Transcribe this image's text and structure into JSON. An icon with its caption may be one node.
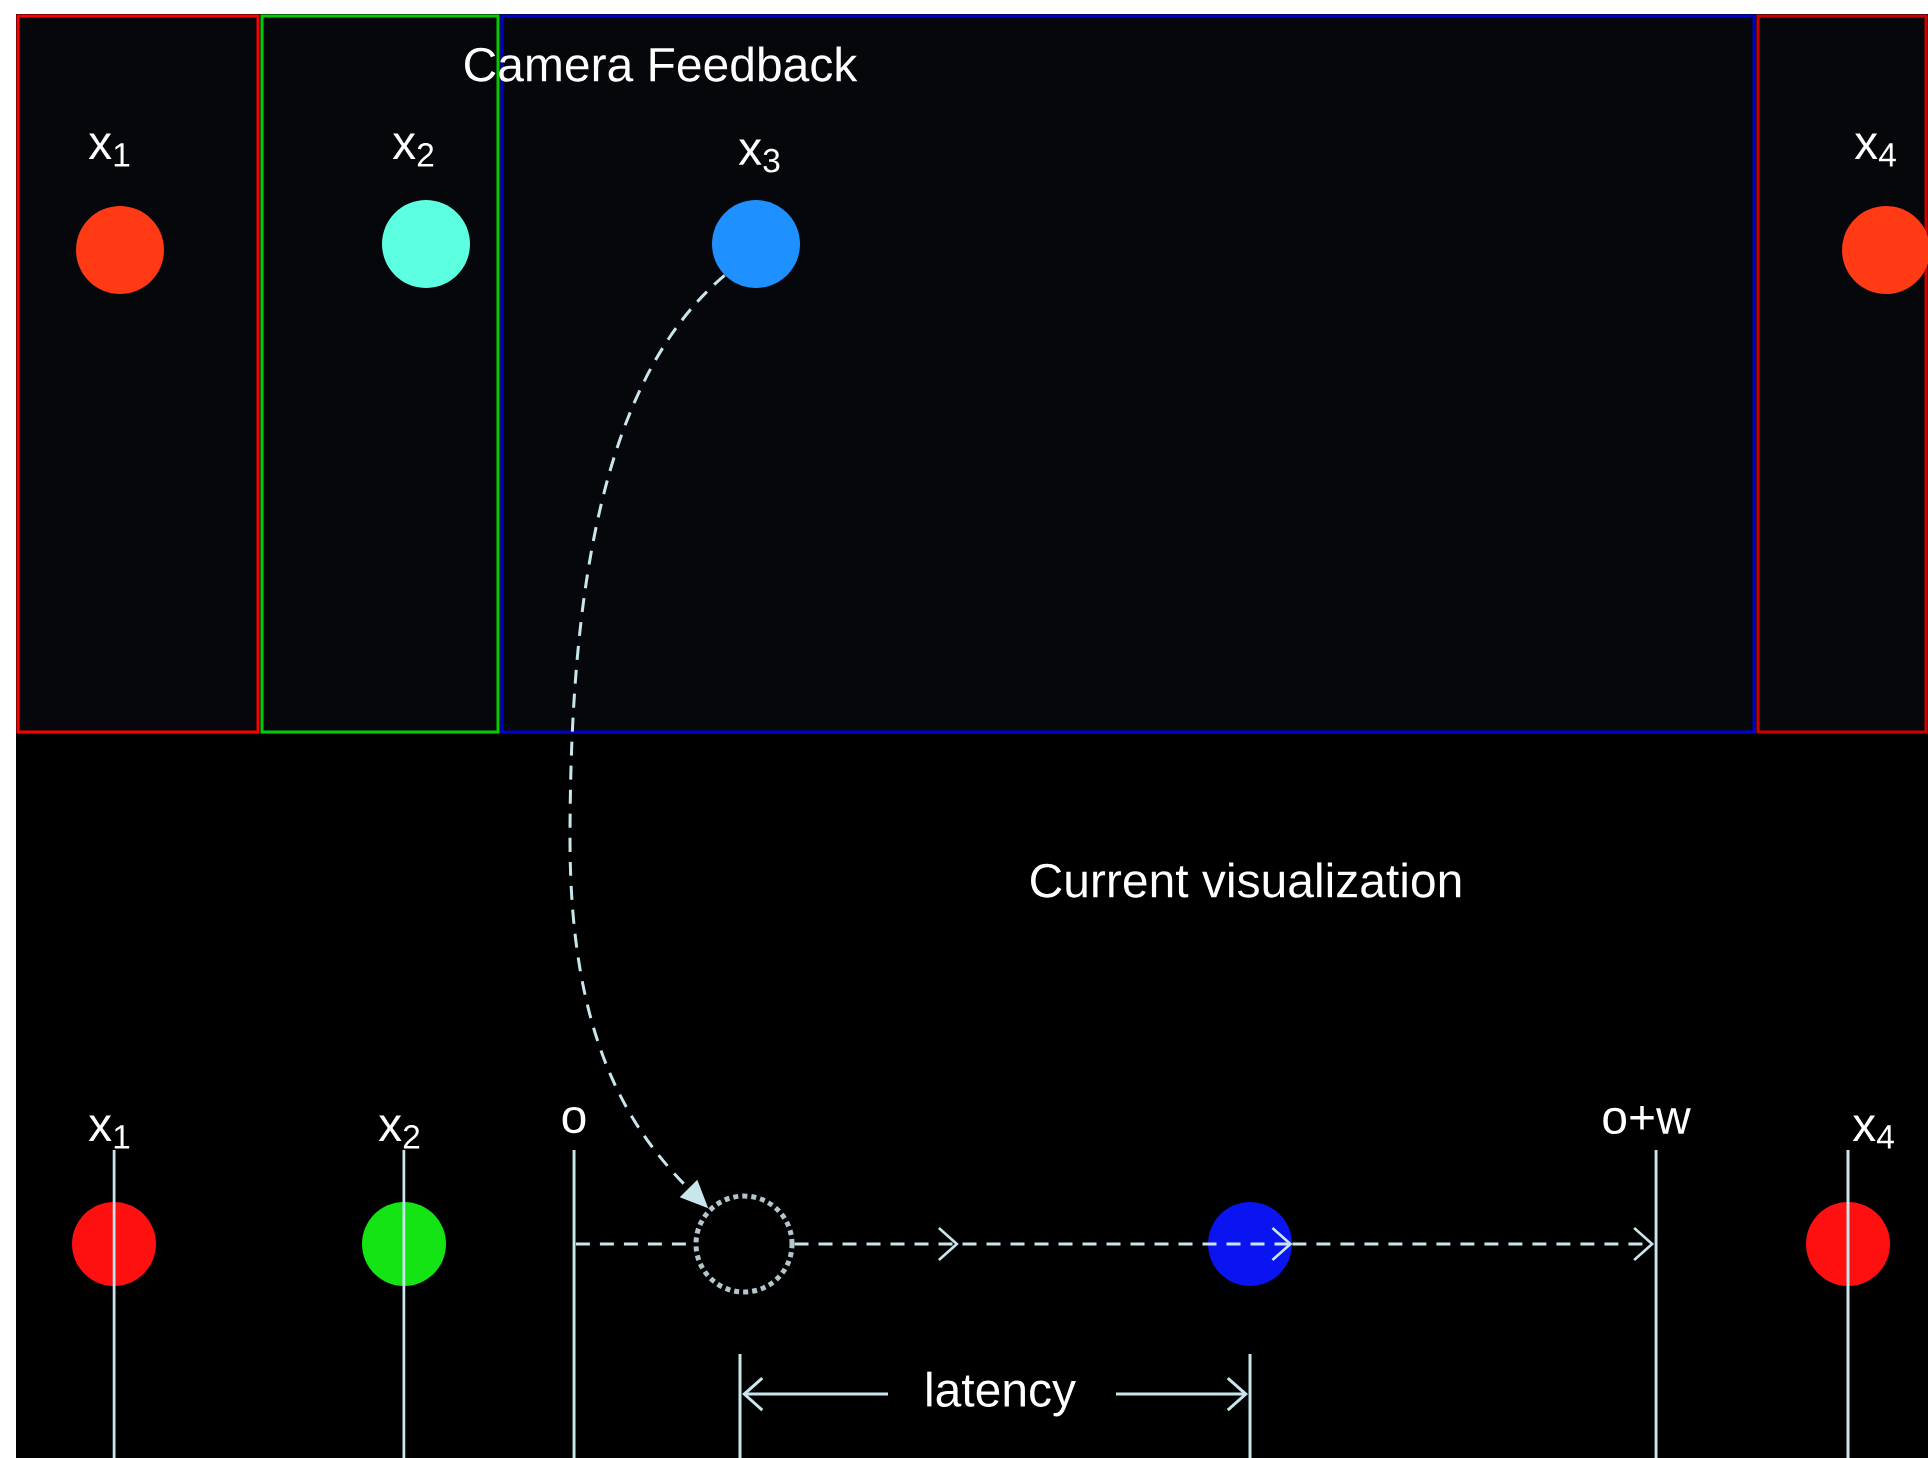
{
  "diagram": {
    "nodes": [
      {
        "text": [],
        "shape": "circle",
        "beside": [
          "x$_{1}$"
        ]
      },
      {
        "text": [],
        "shape": "circle",
        "beside": [
          "x$_{2}$"
        ]
      },
      {
        "text": [],
        "shape": "circle",
        "beside": [
          "x$_{3}$"
        ]
      },
      {
        "text": [],
        "shape": "circle",
        "beside": [
          "x$_{4}$"
        ]
      },
      {
        "text": [],
        "shape": "circle",
        "beside": [
          "x$_{1}$"
        ]
      },
      {
        "text": [],
        "shape": "circle",
        "beside": [
          "x$_{2}$"
        ]
      },
      {
        "text": [],
        "shape": "bar",
        "beside": [
          "o"
        ]
      },
      {
        "text": [],
        "shape": "circle"
      },
      {
        "text": [],
        "shape": "circle"
      },
      {
        "text": [],
        "shape": "bar",
        "beside": [
          "o+w"
        ]
      },
      {
        "text": [],
        "shape": "circle",
        "beside": [
          "x$_{4}$"
        ]
      }
    ],
    "edges": [
      {
        "from": 2,
        "to": 7,
        "arrow": "to",
        "style": "dashed"
      },
      {
        "from": 6,
        "to": 7,
        "arrow": "none",
        "style": "dashed"
      },
      {
        "from": 7,
        "to": 8,
        "arrow": "to",
        "style": "dashed"
      },
      {
        "from": 8,
        "to": 9,
        "arrow": "to",
        "style": "dashed"
      }
    ],
    "labels": [
      "Camera Feedback",
      "Current visualization",
      "latency"
    ]
  }
}
